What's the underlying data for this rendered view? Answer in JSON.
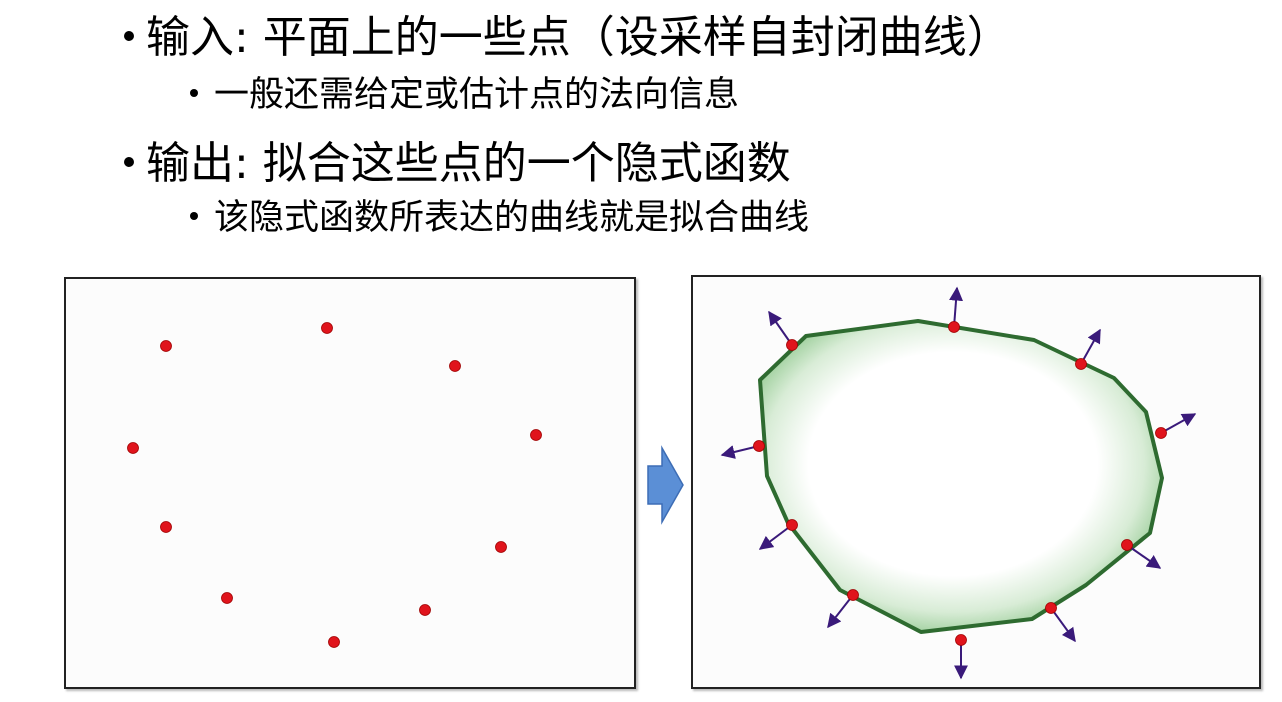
{
  "bullets": {
    "input_label": "输入: 平面上的一些点（设采样自封闭曲线）",
    "input_sub": "一般还需给定或估计点的法向信息",
    "output_label": "输出: 拟合这些点的一个隐式函数",
    "output_sub": "该隐式函数所表达的曲线就是拟合曲线"
  },
  "colors": {
    "point": "#e0141c",
    "point_stroke": "#a00000",
    "curve": "#2e6b30",
    "fill_edge": "#8cc68a",
    "normal": "#3a1a7a",
    "arrow_fill": "#5b8fd6",
    "arrow_stroke": "#3d6db5"
  },
  "icons": {
    "transition_arrow": "right-arrow-icon"
  }
}
